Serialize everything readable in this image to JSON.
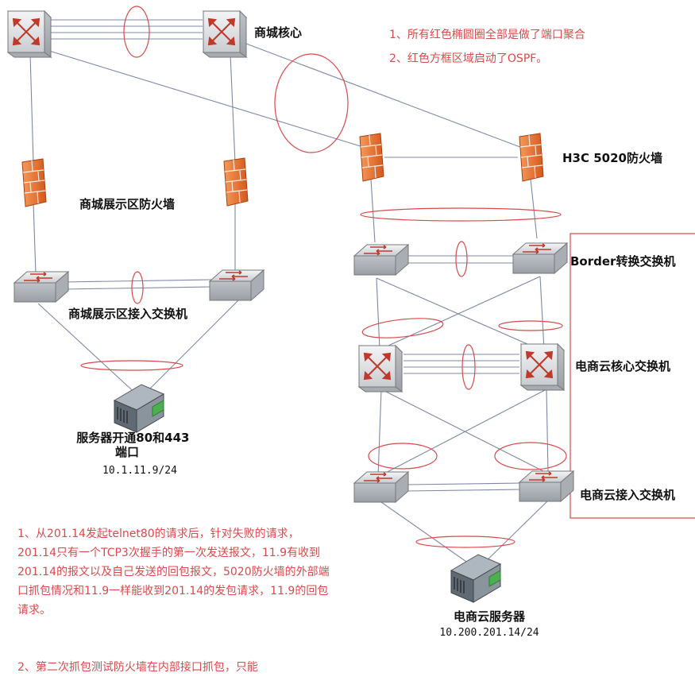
{
  "devices": {
    "mall_core_label": "商城核心",
    "mall_fw_label": "商城展示区防火墙",
    "mall_access_label": "商城展示区接入交换机",
    "mall_server_label": "服务器开通80和443\n端口",
    "mall_server_ip": "10.1.11.9/24",
    "h3c_fw_label": "H3C 5020防火墙",
    "border_sw_label": "Border转换交换机",
    "ec_core_label": "电商云核心交换机",
    "ec_access_label": "电商云接入交换机",
    "ec_server_label": "电商云服务器",
    "ec_server_ip": "10.200.201.14/24"
  },
  "legend": {
    "item1": "1、所有红色椭圆圈全部是做了端口聚合",
    "item2": "2、红色方框区域启动了OSPF。"
  },
  "notes": {
    "p1": "1、从201.14发起telnet80的请求后，针对失败的请求，201.14只有一个TCP3次握手的第一次发送报文，11.9有收到201.14的报文以及自己发送的回包报文，5020防火墙的外部端口抓包情况和11.9一样能收到201.14的发包请求，11.9的回包请求。",
    "p2": "2、第二次抓包测试防火墙在内部接口抓包，只能"
  },
  "colors": {
    "annotation": "#d94a4a",
    "link": "#7d88a8",
    "firewall": "#e0702a",
    "switch": "#c8cdd2"
  },
  "icons": {
    "core_switch": "core-switch-icon",
    "access_switch": "access-switch-icon",
    "firewall": "firewall-icon",
    "server": "server-icon"
  }
}
